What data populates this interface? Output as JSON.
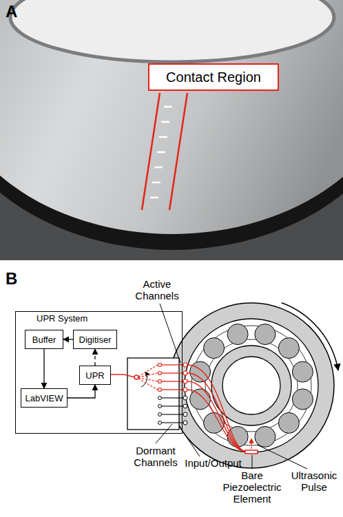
{
  "diagram": {
    "nodes": [
      {
        "text": [
          "Contact Region"
        ]
      },
      {
        "text": [
          "UPR System"
        ]
      },
      {
        "text": [
          "Buffer"
        ],
        "in": 1
      },
      {
        "text": [
          "Digitiser"
        ],
        "in": 1
      },
      {
        "text": [
          "LabVIEW"
        ],
        "in": 1
      },
      {
        "text": [
          "UPR"
        ],
        "in": 1
      }
    ],
    "edges": [
      {
        "from": 3,
        "to": 2,
        "arrow": "to"
      },
      {
        "from": 2,
        "to": 4,
        "arrow": "to"
      },
      {
        "from": 4,
        "to": 5,
        "arrow": "to"
      },
      {
        "from": 5,
        "to": 3,
        "arrow": "to"
      }
    ],
    "labels": [
      "A",
      "B",
      "Active Channels",
      "Dormant Channels",
      "Input/Output",
      "Bare Piezoelectric Element",
      "Ultrasonic Pulse"
    ]
  }
}
